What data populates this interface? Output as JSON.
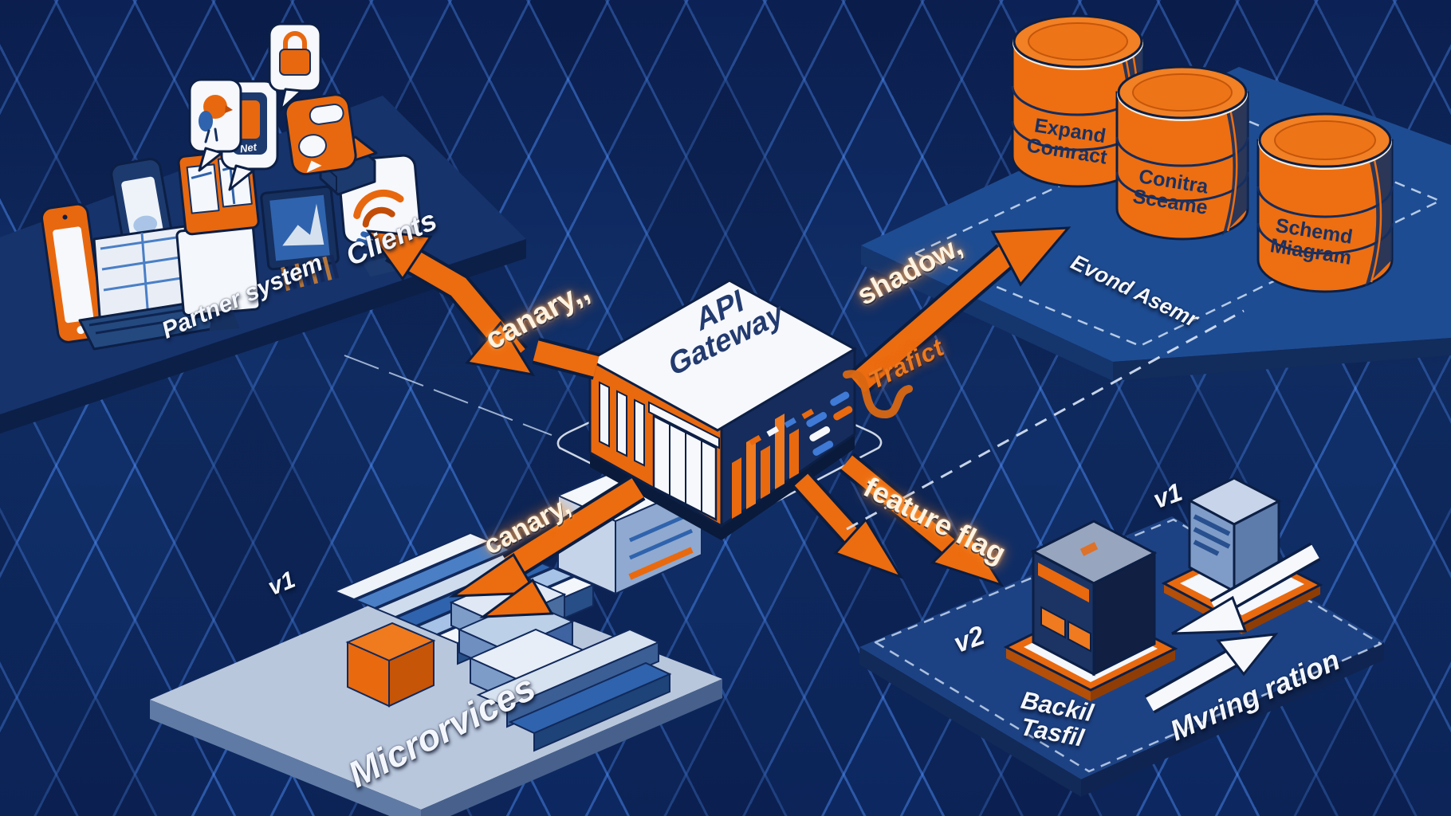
{
  "clients_platform": {
    "partner_label": "Partner system",
    "clients_label": "Clients",
    "bubble_net_text": "Net"
  },
  "gateway": {
    "label_line1": "API",
    "label_line2": "Gateway"
  },
  "arrows": {
    "canary_top": "canary,,",
    "shadow": "shadow,",
    "traffic_text": "Trafict",
    "canary_bottom": "canary,",
    "feature_flag": "feature flag"
  },
  "databases": {
    "platform_text": "Evond Asemr",
    "cylinders": [
      {
        "line1": "Expand",
        "line2": "Comract"
      },
      {
        "line1": "Conitra",
        "line2": "Sceame"
      },
      {
        "line1": "Schemd",
        "line2": "Miagram"
      }
    ]
  },
  "microservices": {
    "version_label": "v1",
    "title": "Microrvices"
  },
  "migration": {
    "v2_label": "v2",
    "v1_label": "v1",
    "backfill_line1": "Backil",
    "backfill_line2": "Tasfil",
    "title": "Mvring ration"
  },
  "colors": {
    "background": "#0f2b64",
    "grid_line": "#4a86ec",
    "orange": "#e9690f",
    "navy_face": "#152c5c",
    "white_face": "#f6f8fc",
    "platform_blue": "#1d4b92",
    "label_navy": "#1b3161"
  },
  "icons": [
    "smartphone-icon",
    "chat-bubble-icon",
    "lock-icon",
    "bird-icon",
    "wifi-icon",
    "monitor-icon",
    "laptop-icon",
    "app-icon",
    "package-icon",
    "database-icon",
    "server-icon",
    "arrow-icon"
  ]
}
